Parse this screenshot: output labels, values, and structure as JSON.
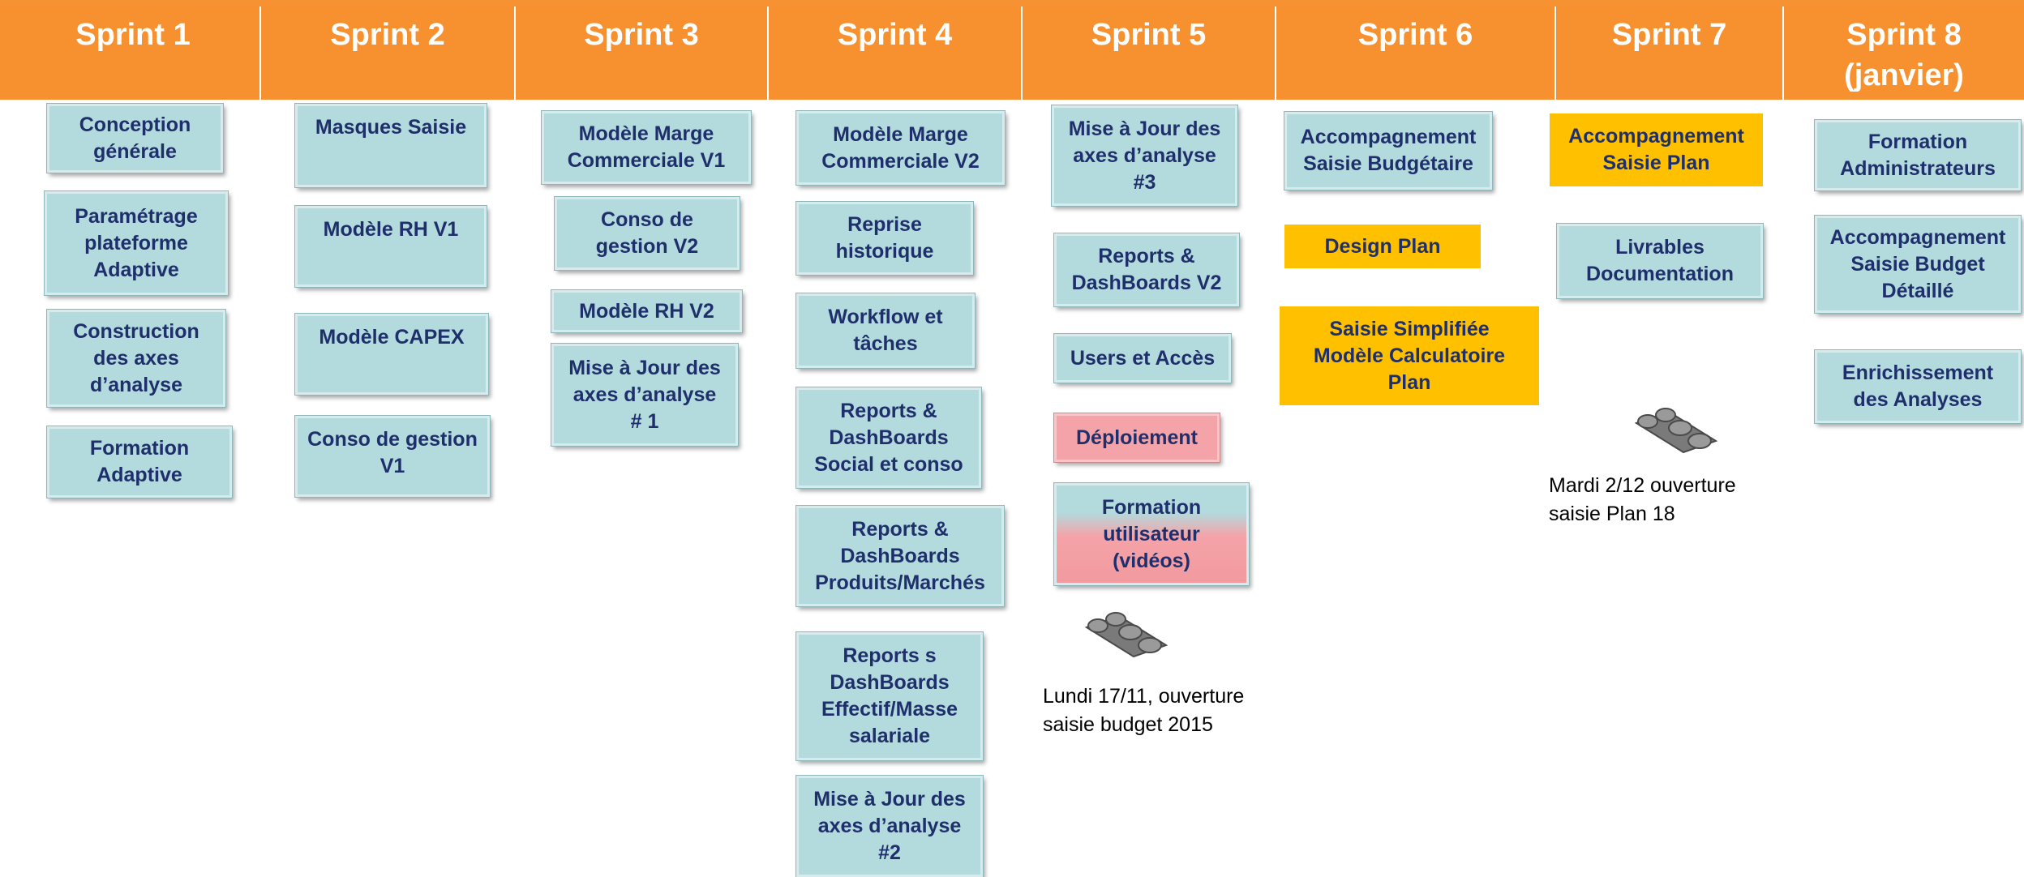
{
  "sprints": [
    {
      "title": "Sprint 1"
    },
    {
      "title": "Sprint 2"
    },
    {
      "title": "Sprint 3"
    },
    {
      "title": "Sprint 4"
    },
    {
      "title": "Sprint 5"
    },
    {
      "title": "Sprint 6"
    },
    {
      "title": "Sprint 7"
    },
    {
      "title": "Sprint 8\n(janvier)"
    }
  ],
  "tasks": {
    "s1": [
      "Conception\ngénérale",
      "Paramétrage\nplateforme\nAdaptive",
      "Construction\ndes axes\nd’analyse",
      "Formation\nAdaptive"
    ],
    "s2": [
      "Masques Saisie",
      "Modèle RH V1",
      "Modèle CAPEX",
      "Conso de gestion\nV1"
    ],
    "s3": [
      "Modèle Marge\nCommerciale V1",
      "Conso de\ngestion V2",
      "Modèle RH V2",
      "Mise à Jour des\naxes d’analyse\n# 1"
    ],
    "s4": [
      "Modèle Marge\nCommerciale V2",
      "Reprise\nhistorique",
      "Workflow et\ntâches",
      "Reports &\nDashBoards\nSocial et conso",
      "Reports &\nDashBoards\nProduits/Marchés",
      "Reports s\nDashBoards\nEffectif/Masse\nsalariale",
      "Mise à Jour des\naxes d’analyse\n#2"
    ],
    "s5": [
      "Mise à Jour des\naxes d’analyse\n#3",
      "Reports &\nDashBoards V2",
      "Users et Accès",
      "Déploiement",
      "Formation\nutilisateur\n(vidéos)"
    ],
    "s6": [
      "Accompagnement\nSaisie Budgétaire",
      "Design Plan",
      "Saisie Simplifiée\nModèle Calculatoire\nPlan"
    ],
    "s7": [
      "Accompagnement\nSaisie Plan",
      "Livrables\nDocumentation"
    ],
    "s8": [
      "Formation\nAdministrateurs",
      "Accompagnement\nSaisie Budget\nDétaillé",
      "Enrichissement\ndes Analyses"
    ]
  },
  "notes": {
    "s5": "Lundi 17/11, ouverture\nsaisie budget 2015",
    "s7": "Mardi 2/12 ouverture\nsaisie Plan 18"
  },
  "colors": {
    "header": "#f7902f",
    "card": "#b3dadd",
    "card_text": "#1f2f6b",
    "highlight_yellow": "#ffc000",
    "highlight_pink": "#f4a3a8"
  },
  "icons": {
    "milestone": "film-reel-icon"
  }
}
